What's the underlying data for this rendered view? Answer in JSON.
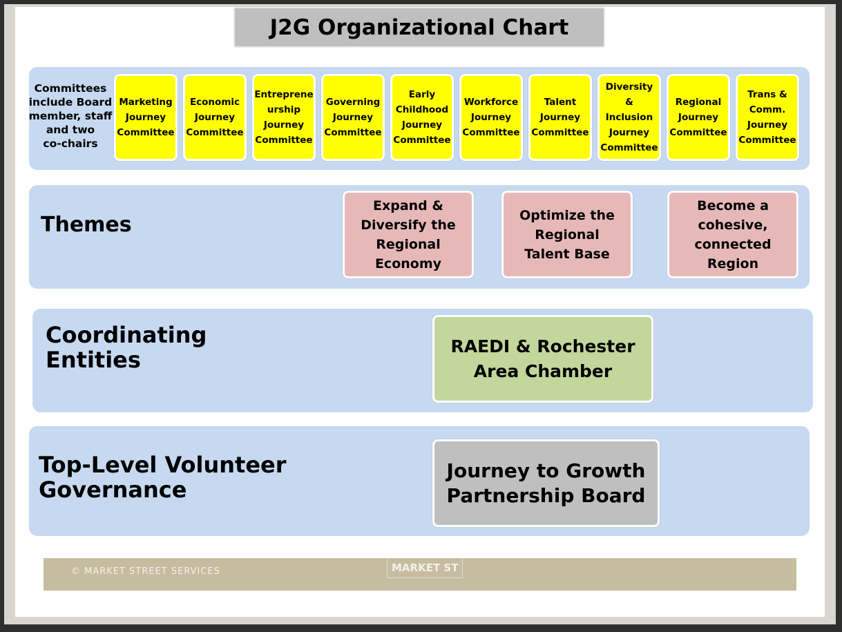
{
  "title": "J2G Organizational Chart",
  "committees": {
    "label": "Committees include Board member, staff and two\nco-chairs",
    "items": [
      "Marketing\nJourney\nCommittee",
      "Economic\nJourney\nCommittee",
      "Entreprene\nurship\nJourney\nCommittee",
      "Governing\nJourney\nCommittee",
      "Early\nChildhood\nJourney\nCommittee",
      "Workforce\nJourney\nCommittee",
      "Talent\nJourney\nCommittee",
      "Diversity\n&\nInclusion\nJourney\nCommittee",
      "Regional\nJourney\nCommittee",
      "Trans &\nComm.\nJourney\nCommittee"
    ]
  },
  "themes": {
    "label": "Themes",
    "items": [
      "Expand &\nDiversify the\nRegional\nEconomy",
      "Optimize the\nRegional\nTalent Base",
      "Become a\ncohesive,\nconnected\nRegion"
    ]
  },
  "coordinating": {
    "label": "Coordinating\nEntities",
    "entity": "RAEDI & Rochester\nArea Chamber"
  },
  "governance": {
    "label": "Top-Level Volunteer\nGovernance",
    "board": "Journey to Growth\nPartnership Board"
  },
  "footer": {
    "copyright": "© MARKET STREET SERVICES",
    "logo": "MARKET ST"
  }
}
